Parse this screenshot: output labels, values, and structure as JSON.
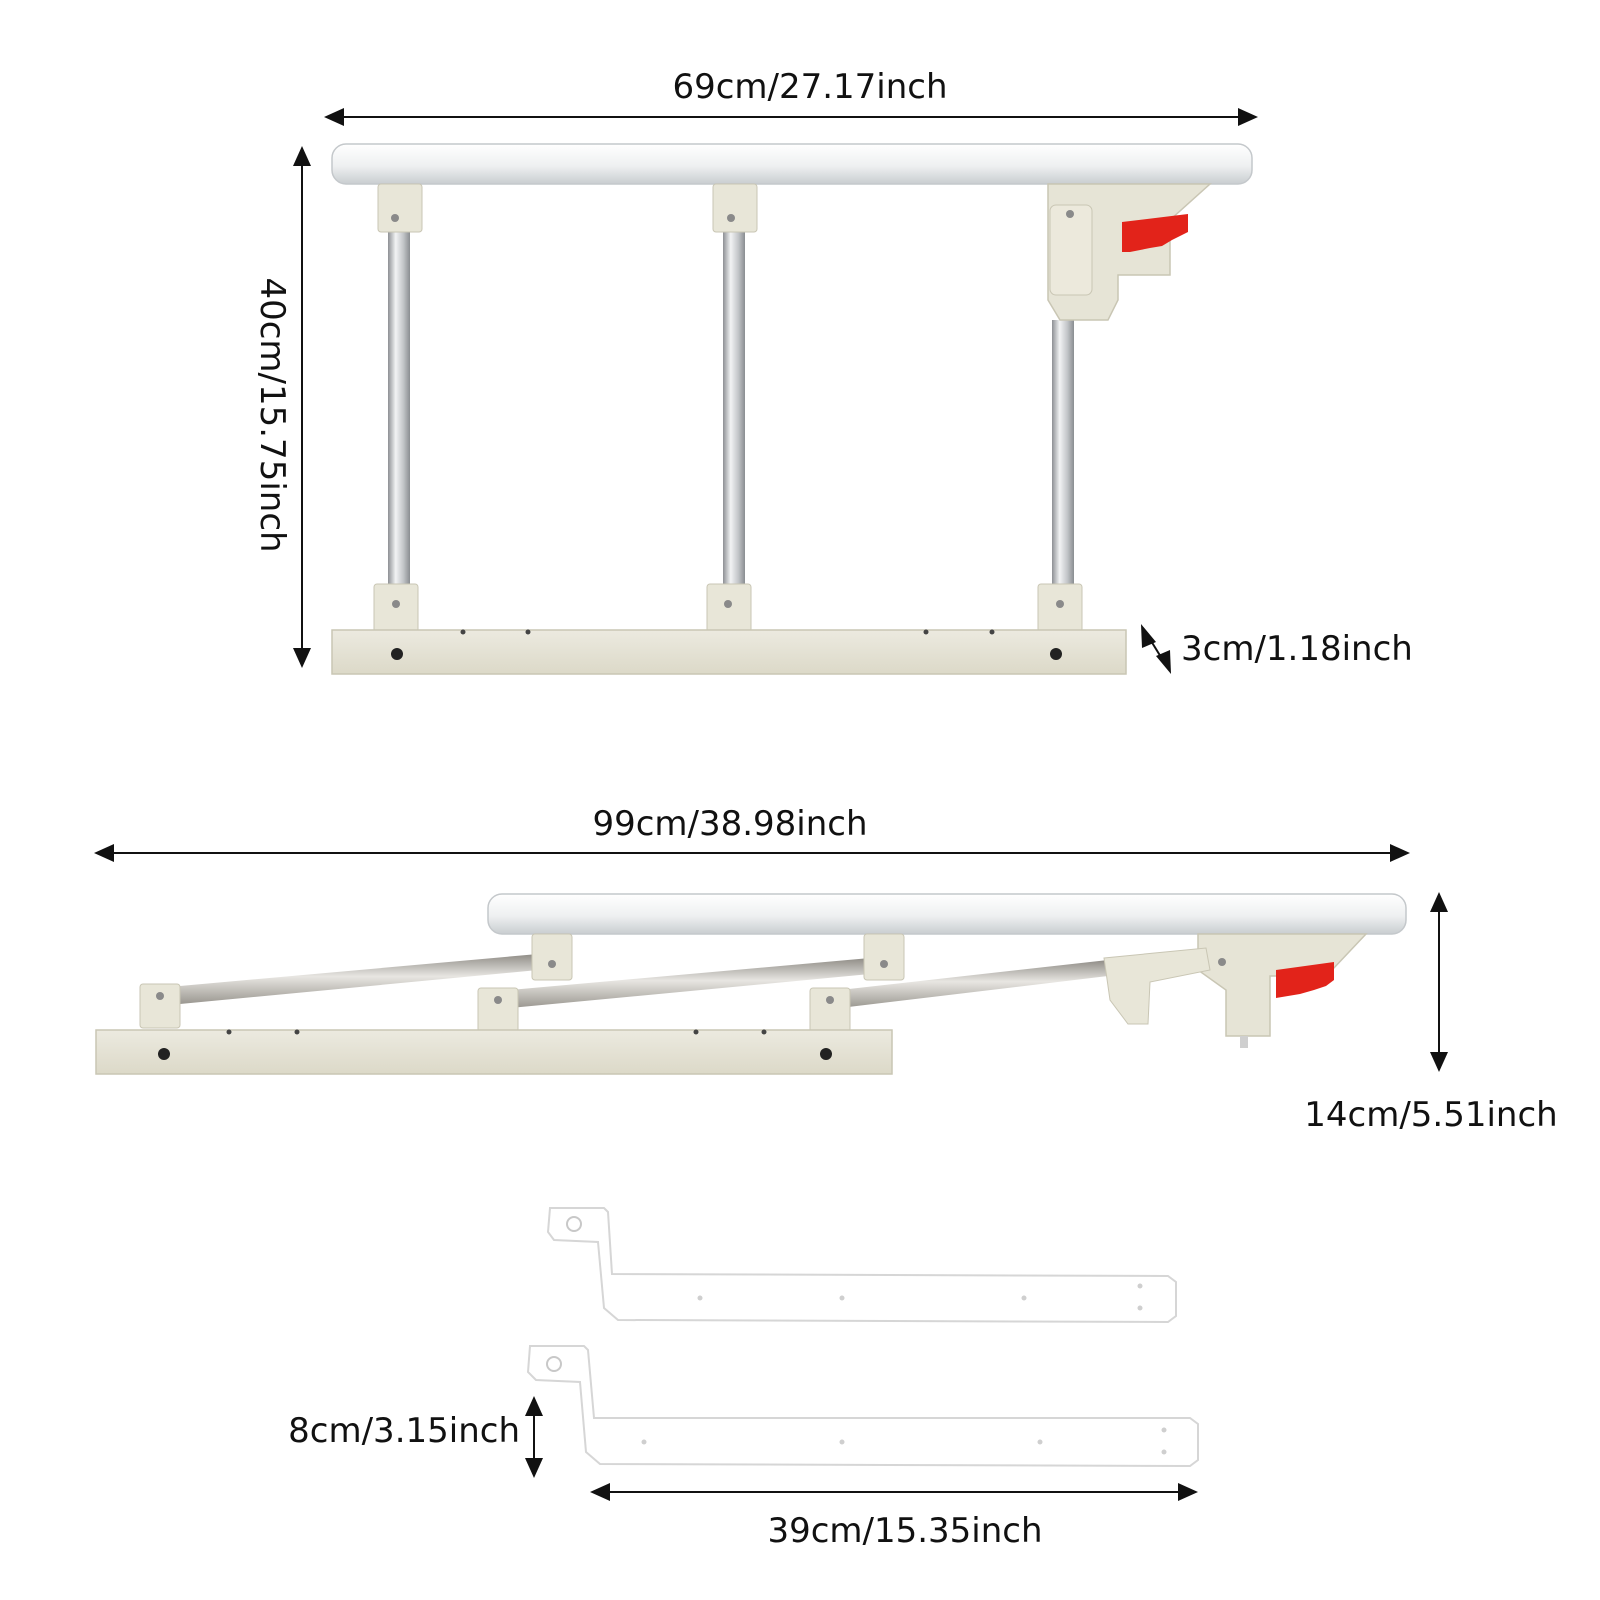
{
  "dimensions": {
    "upright_width": "69cm/27.17inch",
    "upright_height": "40cm/15.75inch",
    "base_height": "3cm/1.18inch",
    "folded_width": "99cm/38.98inch",
    "folded_height": "14cm/5.51inch",
    "bracket_height": "8cm/3.15inch",
    "bracket_length": "39cm/15.35inch"
  },
  "colors": {
    "rail_top": "#f6f7f8",
    "rail_shadow": "#cfd3d6",
    "beige": "#e6e4d6",
    "beige_edge": "#cbc8b6",
    "steel": "#b9bcbf",
    "red_lever": "#e2231a",
    "arrow": "#111111",
    "bracket": "#ffffff",
    "bracket_edge": "#d9d9d9"
  },
  "icons": {
    "arrowhead": "solid-triangle"
  }
}
